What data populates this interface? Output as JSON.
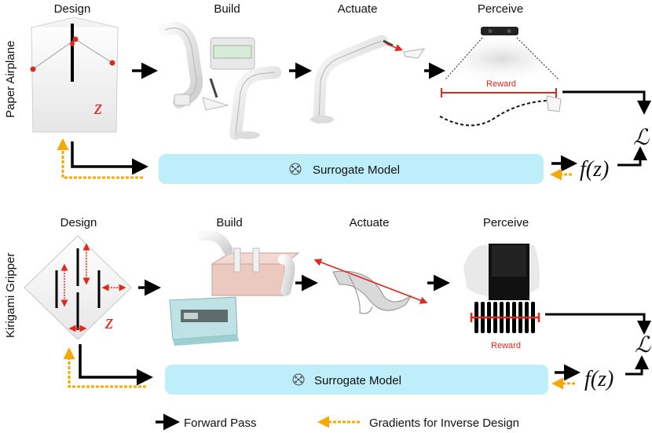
{
  "rows": [
    {
      "label": "Paper Airplane",
      "stages": [
        "Design",
        "Build",
        "Actuate",
        "Perceive"
      ],
      "design_var": "z",
      "reward_label": "Reward",
      "surrogate_label": "Surrogate Model",
      "f_label": "f(z)",
      "loss_label": "ℒ"
    },
    {
      "label": "Kirigami Gripper",
      "stages": [
        "Design",
        "Build",
        "Actuate",
        "Perceive"
      ],
      "design_var": "z",
      "reward_label": "Reward",
      "surrogate_label": "Surrogate Model",
      "f_label": "f(z)",
      "loss_label": "ℒ"
    }
  ],
  "legend": {
    "forward": "Forward Pass",
    "gradients": "Gradients for Inverse Design"
  },
  "colors": {
    "forward_arrow": "#000000",
    "gradient_arrow": "#f5a800",
    "surrogate_fill": "#bdeefa",
    "accent_red": "#e0281c"
  }
}
